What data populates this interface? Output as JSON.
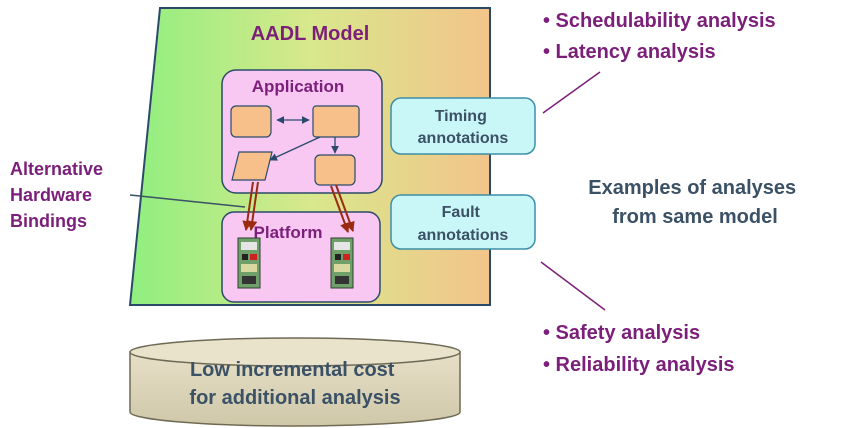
{
  "model": {
    "title": "AADL Model"
  },
  "application": {
    "label": "Application"
  },
  "platform": {
    "label": "Platform"
  },
  "bindings": {
    "lines": [
      "Alternative",
      "Hardware",
      "Bindings"
    ]
  },
  "timing": {
    "lines": [
      "Timing",
      "annotations"
    ]
  },
  "fault": {
    "lines": [
      "Fault",
      "annotations"
    ]
  },
  "top_analyses": [
    "• Schedulability analysis",
    "• Latency analysis"
  ],
  "middle_text": {
    "lines": [
      "Examples of analyses",
      "from same model"
    ]
  },
  "bottom_analyses": [
    "• Safety analysis",
    "• Reliability analysis"
  ],
  "cost": {
    "lines": [
      "Low incremental cost",
      "for additional analysis"
    ]
  },
  "colors": {
    "purple": "#7b1f7a",
    "slate": "#3b5166",
    "annotation_fill": "#c9f7f8",
    "annotation_stroke": "#3c8fa6",
    "box_fill": "#f7c08a",
    "box_stroke": "#2b4a6b",
    "pink_fill": "#f8c8f3",
    "binding_arrow": "#9a2a10"
  }
}
